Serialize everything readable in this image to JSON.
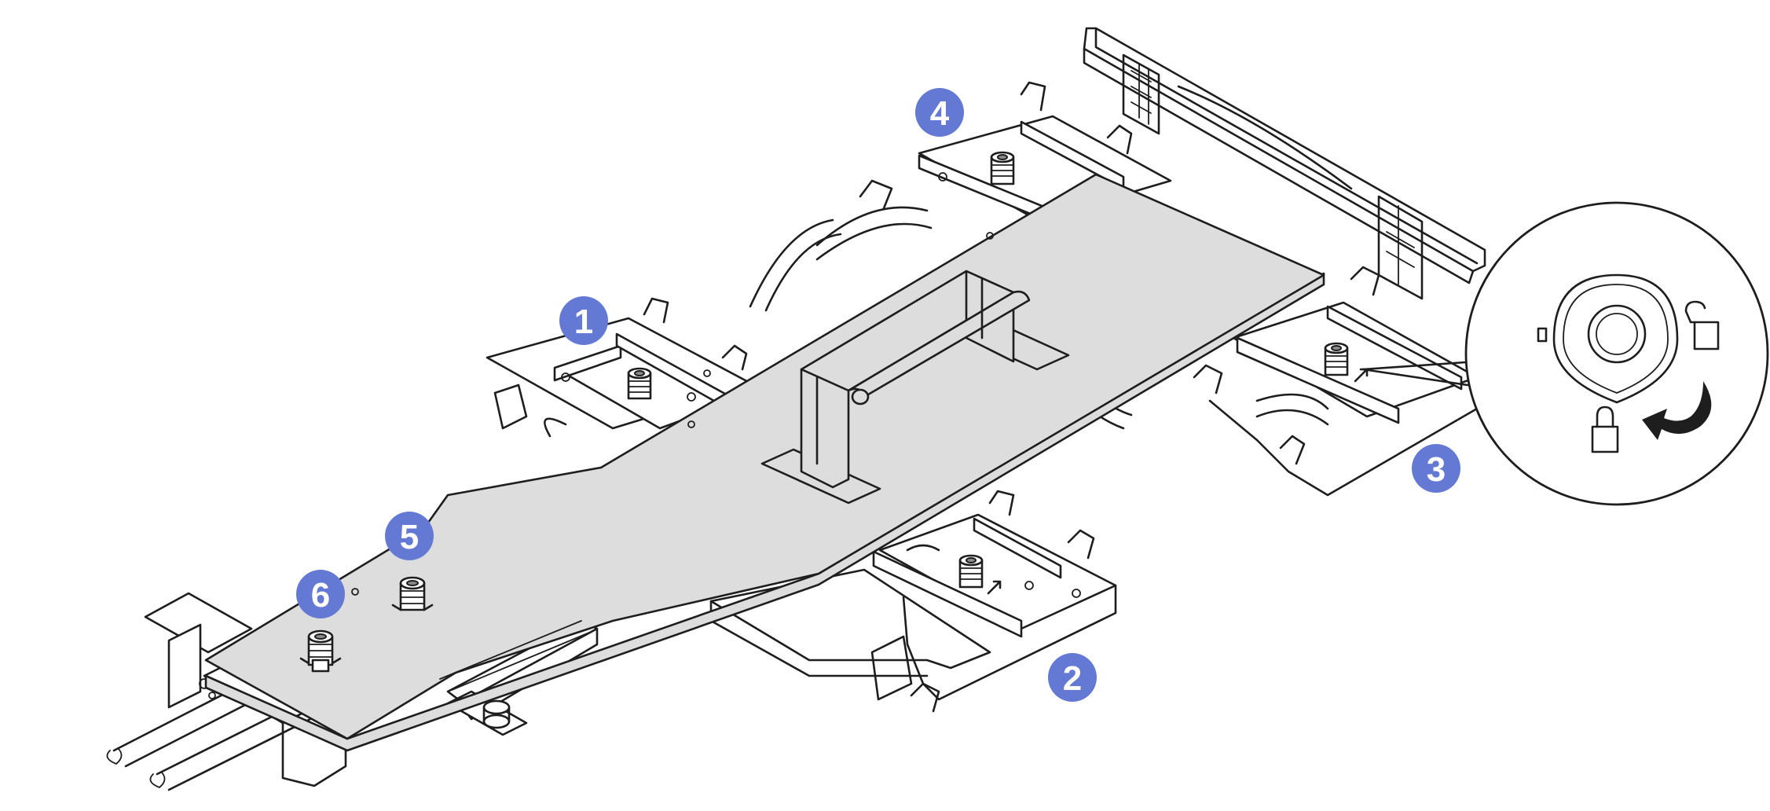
{
  "callouts": [
    {
      "id": "1",
      "label": "1"
    },
    {
      "id": "2",
      "label": "2"
    },
    {
      "id": "3",
      "label": "3"
    },
    {
      "id": "4",
      "label": "4"
    },
    {
      "id": "5",
      "label": "5"
    },
    {
      "id": "6",
      "label": "6"
    }
  ],
  "detail_view": {
    "unlock_icon": "unlock-icon",
    "lock_icon": "lock-icon",
    "rotation": "counterclockwise-arrow-icon"
  },
  "colors": {
    "callout": "#6479d4",
    "plate": "#dcdddc",
    "line": "#1e1e1e",
    "background": "#ffffff"
  }
}
